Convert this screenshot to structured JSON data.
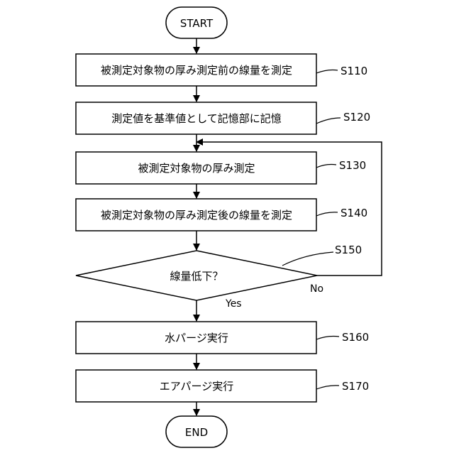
{
  "flowchart": {
    "start": "START",
    "end": "END",
    "steps": [
      {
        "id": "S110",
        "label": "被測定対象物の厚み測定前の線量を測定"
      },
      {
        "id": "S120",
        "label": "測定値を基準値として記憶部に記憶"
      },
      {
        "id": "S130",
        "label": "被測定対象物の厚み測定"
      },
      {
        "id": "S140",
        "label": "被測定対象物の厚み測定後の線量を測定"
      },
      {
        "id": "S150",
        "label": "線量低下？"
      },
      {
        "id": "S160",
        "label": "水パージ実行"
      },
      {
        "id": "S170",
        "label": "エアパージ実行"
      }
    ],
    "branches": {
      "yes": "Yes",
      "no": "No"
    }
  }
}
